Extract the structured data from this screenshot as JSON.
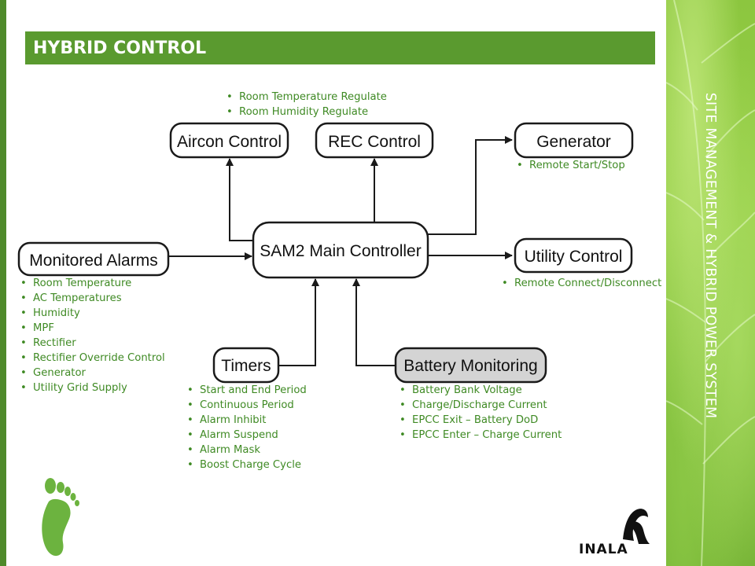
{
  "side_title": "SITE MANAGEMENT & HYBRID POWER SYSTEM",
  "header": {
    "title": "HYBRID CONTROL"
  },
  "nodes": {
    "aircon": "Aircon Control",
    "rec": "REC Control",
    "generator": "Generator",
    "alarms": "Monitored Alarms",
    "main": "SAM2 Main Controller",
    "utility": "Utility Control",
    "timers": "Timers",
    "battery": "Battery Monitoring"
  },
  "lists": {
    "aircon": [
      "Room Temperature Regulate",
      "Room Humidity Regulate"
    ],
    "generator": [
      "Remote Start/Stop"
    ],
    "utility": [
      "Remote Connect/Disconnect"
    ],
    "alarms": [
      "Room Temperature",
      "AC Temperatures",
      "Humidity",
      "MPF",
      "Rectifier",
      "Rectifier Override Control",
      "Generator",
      "Utility Grid Supply"
    ],
    "timers": [
      "Start and End Period",
      "Continuous Period",
      "Alarm Inhibit",
      "Alarm Suspend",
      "Alarm Mask",
      "Boost Charge Cycle"
    ],
    "battery": [
      "Battery Bank Voltage",
      "Charge/Discharge Current",
      "EPCC Exit – Battery DoD",
      "EPCC Enter – Charge Current"
    ]
  },
  "logo": {
    "text": "INALA"
  },
  "colors": {
    "accent": "#5a9a2f",
    "bullet_text": "#3f8a24",
    "leaf": "#8cc63f"
  }
}
